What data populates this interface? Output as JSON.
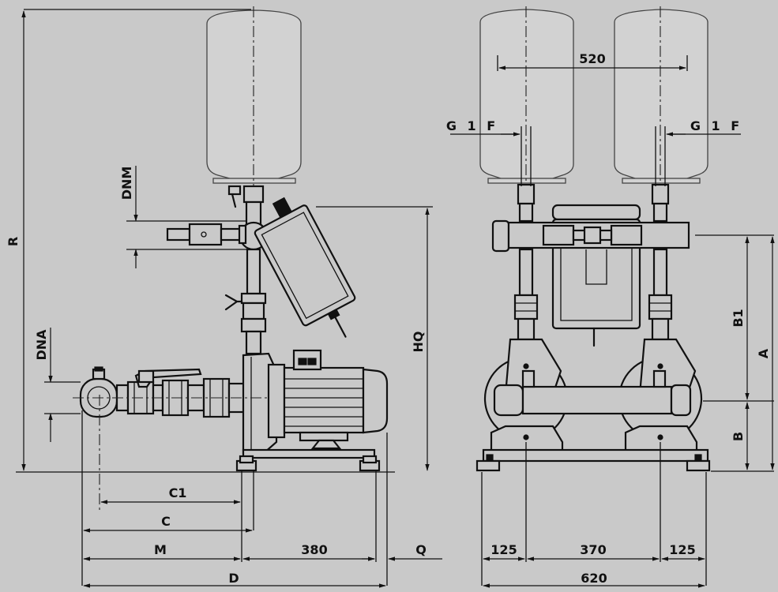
{
  "dimensions": {
    "R": "R",
    "DNM": "DNM",
    "DNA": "DNA",
    "HQ": "HQ",
    "C1": "C1",
    "C": "C",
    "M": "M",
    "len380": "380",
    "Q": "Q",
    "D": "D",
    "len520": "520",
    "G1F_left": "G 1 F",
    "G1F_right": "G 1 F",
    "B1": "B1",
    "A": "A",
    "B": "B",
    "len125_left": "125",
    "len370": "370",
    "len125_right": "125",
    "len620": "620"
  }
}
